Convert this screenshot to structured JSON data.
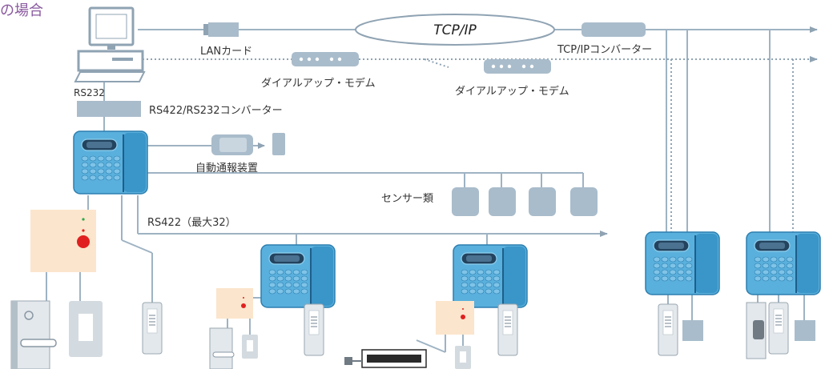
{
  "title": "の場合",
  "labels": {
    "lan_card": "LANカード",
    "tcpip": "TCP/IP",
    "tcpip_converter": "TCP/IPコンバーター",
    "dialup_modem_1": "ダイアルアップ・モデム",
    "dialup_modem_2": "ダイアルアップ・モデム",
    "rs232": "RS232",
    "rs422_rs232_converter": "RS422/RS232コンバーター",
    "auto_alarm": "自動通報装置",
    "sensors": "センサー類",
    "rs422_bus": "RS422（最大32）"
  },
  "colors": {
    "line": "#9eb3c3",
    "dotted": "#8fa3b3",
    "device": "#a9bccb",
    "controller": "#5ab0dc",
    "controller_dark": "#2c7fb0",
    "panel": "#fbe5cc",
    "alarm": "#e02020",
    "title": "#8a5aa0"
  }
}
